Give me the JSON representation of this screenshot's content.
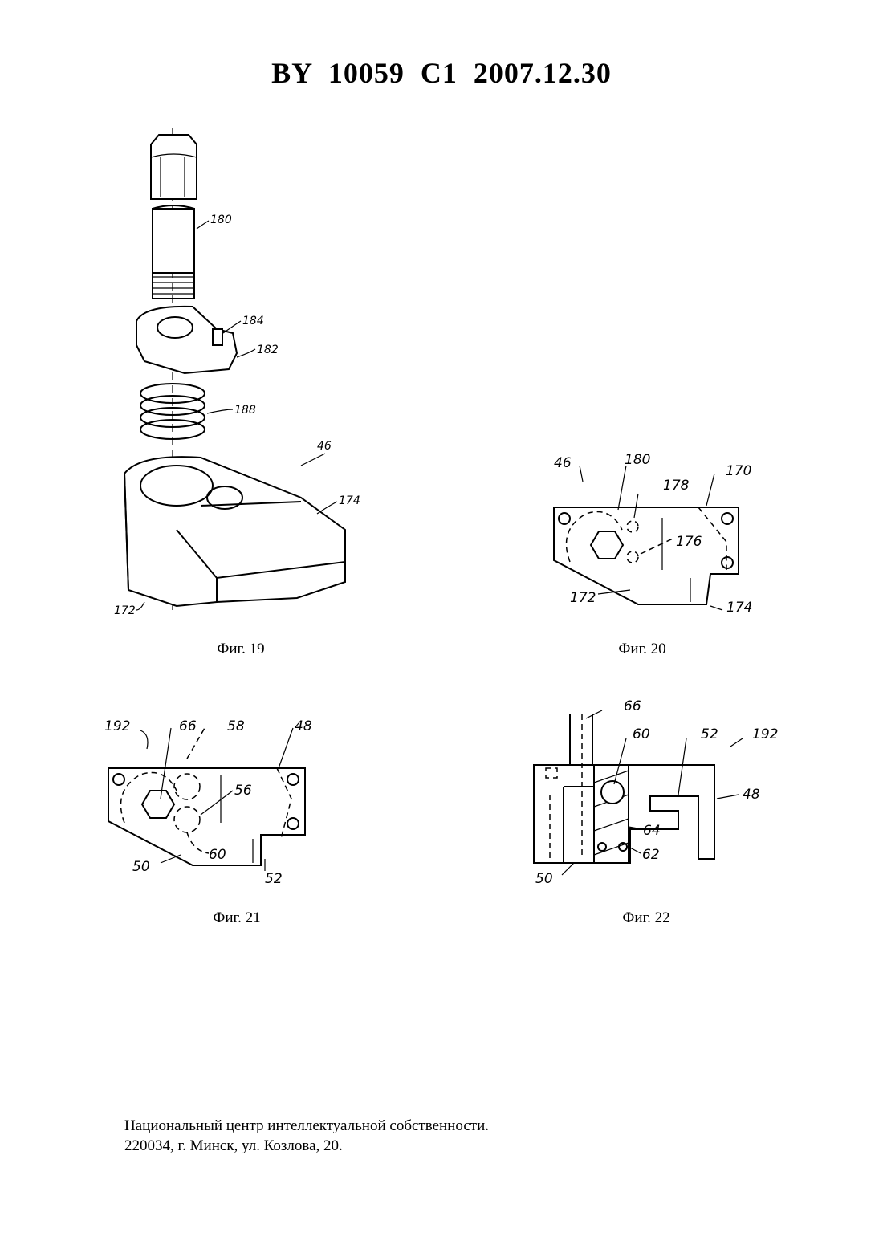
{
  "header": {
    "title": "BY  10059  C1  2007.12.30"
  },
  "figures": [
    {
      "caption": "Фиг. 19",
      "labels": {
        "l180": "180",
        "l184": "184",
        "l182": "182",
        "l188": "188",
        "l46": "46",
        "l174": "174",
        "l172": "172"
      }
    },
    {
      "caption": "Фиг. 20",
      "labels": {
        "l46": "46",
        "l180": "180",
        "l178": "178",
        "l170": "170",
        "l176": "176",
        "l172": "172",
        "l174": "174"
      }
    },
    {
      "caption": "Фиг. 21",
      "labels": {
        "l192": "192",
        "l66": "66",
        "l58": "58",
        "l48": "48",
        "l56": "56",
        "l60": "60",
        "l50": "50",
        "l52": "52"
      }
    },
    {
      "caption": "Фиг. 22",
      "labels": {
        "l66": "66",
        "l60": "60",
        "l52": "52",
        "l192": "192",
        "l48": "48",
        "l64": "64",
        "l62": "62",
        "l50": "50"
      }
    }
  ],
  "footer": {
    "line1": "Национальный центр интеллектуальной собственности.",
    "line2": "220034, г. Минск, ул. Козлова, 20."
  }
}
